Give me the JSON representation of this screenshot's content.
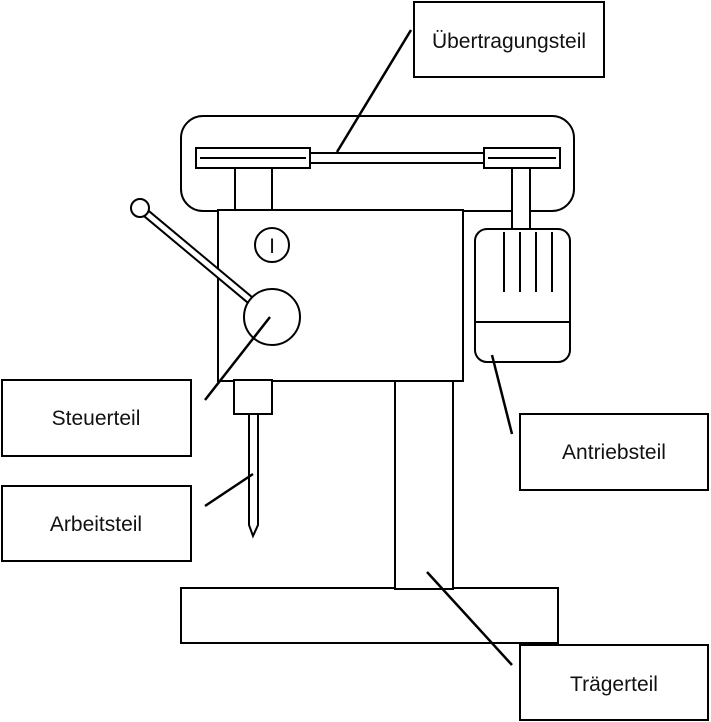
{
  "labels": {
    "uebertragungsteil": "Übertragungsteil",
    "steuerteil": "Steuerteil",
    "arbeitsteil": "Arbeitsteil",
    "antriebsteil": "Antriebsteil",
    "traegerteil": "Trägerteil"
  },
  "switch_symbol": "I",
  "colors": {
    "stroke": "#000000",
    "fill": "#ffffff"
  }
}
